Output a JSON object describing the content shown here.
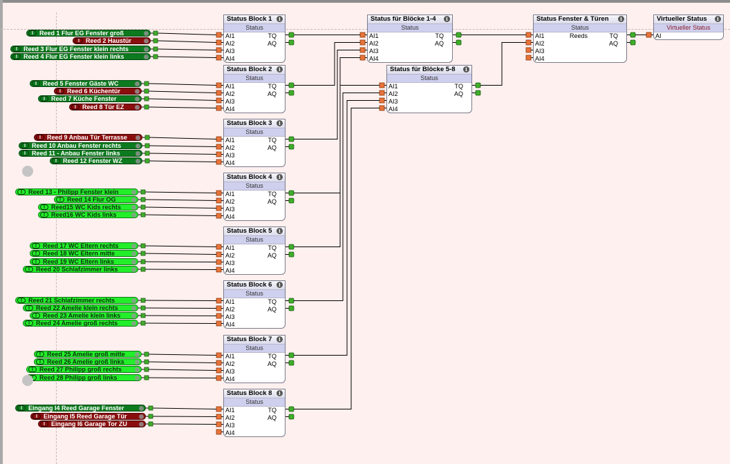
{
  "colors": {
    "input_on": "#0c7a1e",
    "input_alarm": "#8a0e0e",
    "input_active": "#22ee2a",
    "connector_in": "#e8743a",
    "connector_out": "#3fae2a",
    "canvas": "#fdf0ee"
  },
  "inputs": [
    {
      "label": "Reed 1 Flur EG Fenster groß",
      "state": "g",
      "pill": "I",
      "block": 0,
      "port": 0
    },
    {
      "label": "Reed 2 Haustür",
      "state": "r",
      "pill": "I",
      "block": 0,
      "port": 1
    },
    {
      "label": "Reed 3 Flur EG Fenster klein rechts",
      "state": "g",
      "pill": "I",
      "block": 0,
      "port": 2
    },
    {
      "label": "Reed 4 Flur EG Fenster klein links",
      "state": "g",
      "pill": "I",
      "block": 0,
      "port": 3
    },
    {
      "label": "Reed 5 Fenster Gäste WC",
      "state": "g",
      "pill": "I",
      "block": 1,
      "port": 0
    },
    {
      "label": "Reed 6 Küchentür",
      "state": "r",
      "pill": "I",
      "block": 1,
      "port": 1
    },
    {
      "label": "Reed 7 Küche Fenster",
      "state": "g",
      "pill": "I",
      "block": 1,
      "port": 2
    },
    {
      "label": "Reed 8 Tür EZ",
      "state": "r",
      "pill": "I",
      "block": 1,
      "port": 3
    },
    {
      "label": "Reed 9 Anbau Tür Terrasse",
      "state": "r",
      "pill": "I",
      "block": 2,
      "port": 0
    },
    {
      "label": "Reed 10 Anbau Fenster rechts",
      "state": "g",
      "pill": "I",
      "block": 2,
      "port": 1
    },
    {
      "label": "Reed 11 - Anbau Fenster links",
      "state": "g",
      "pill": "I",
      "block": 2,
      "port": 2
    },
    {
      "label": "Reed 12 Fenster WZ",
      "state": "g",
      "pill": "I",
      "block": 2,
      "port": 3
    },
    {
      "label": "Reed 13 - Philipp Fenster klein",
      "state": "lg",
      "pill": "I",
      "block": 3,
      "port": 0
    },
    {
      "label": "Reed 14 Flur OG",
      "state": "lg",
      "pill": "I",
      "block": 3,
      "port": 1
    },
    {
      "label": "Reed15 WC Kids rechts",
      "state": "lg",
      "pill": "I",
      "block": 3,
      "port": 2
    },
    {
      "label": "Reed16 WC Kids links",
      "state": "lg",
      "pill": "I",
      "block": 3,
      "port": 3
    },
    {
      "label": "Reed 17 WC Eltern rechts",
      "state": "lg",
      "pill": "I",
      "block": 4,
      "port": 0
    },
    {
      "label": "Reed 18 WC Eltern mitte",
      "state": "lg",
      "pill": "I",
      "block": 4,
      "port": 1
    },
    {
      "label": "Reed 19 WC Eltern links",
      "state": "lg",
      "pill": "I",
      "block": 4,
      "port": 2
    },
    {
      "label": "Reed 20 Schlafzimmer links",
      "state": "lg",
      "pill": "I",
      "block": 4,
      "port": 3
    },
    {
      "label": "Reed 21 Schlafzimmer rechts",
      "state": "lg",
      "pill": "I",
      "block": 5,
      "port": 0
    },
    {
      "label": "Reed 22 Amelie klein rechts",
      "state": "lg",
      "pill": "I",
      "block": 5,
      "port": 1
    },
    {
      "label": "Reed 23 Amelie klein links",
      "state": "lg",
      "pill": "I",
      "block": 5,
      "port": 2
    },
    {
      "label": "Reed 24 Amelie groß rechts",
      "state": "lg",
      "pill": "I",
      "block": 5,
      "port": 3
    },
    {
      "label": "Reed 25 Amelie groß mitte",
      "state": "lg",
      "pill": "I",
      "block": 6,
      "port": 0
    },
    {
      "label": "Reed 26 Amelie groß links",
      "state": "lg",
      "pill": "I",
      "block": 6,
      "port": 1
    },
    {
      "label": "Reed 27 Philipp groß rechts",
      "state": "lg",
      "pill": "I",
      "block": 6,
      "port": 2
    },
    {
      "label": "Reed 28 Philipp groß links",
      "state": "lg",
      "pill": "I",
      "block": 6,
      "port": 3
    },
    {
      "label": "Eingang I4 Reed Garage Fenster",
      "state": "g",
      "pill": "I",
      "block": 7,
      "port": 0
    },
    {
      "label": "Eingang I5 Reed  Garage Tür",
      "state": "r",
      "pill": "I",
      "block": 7,
      "port": 1
    },
    {
      "label": "Eingang I6 Garage Tor ZU",
      "state": "r",
      "pill": "I",
      "block": 7,
      "port": 2
    }
  ],
  "blocks": [
    {
      "title": "Status Block 1",
      "subtitle": "Status",
      "inputs": [
        "AI1",
        "AI2",
        "AI3",
        "AI4"
      ],
      "outputs": [
        "TQ",
        "AQ"
      ]
    },
    {
      "title": "Status Block 2",
      "subtitle": "Status",
      "inputs": [
        "AI1",
        "AI2",
        "AI3",
        "AI4"
      ],
      "outputs": [
        "TQ",
        "AQ"
      ]
    },
    {
      "title": "Status Block 3",
      "subtitle": "Status",
      "inputs": [
        "AI1",
        "AI2",
        "AI3",
        "AI4"
      ],
      "outputs": [
        "TQ",
        "AQ"
      ]
    },
    {
      "title": "Status Block 4",
      "subtitle": "Status",
      "inputs": [
        "AI1",
        "AI2",
        "AI3",
        "AI4"
      ],
      "outputs": [
        "TQ",
        "AQ"
      ]
    },
    {
      "title": "Status Block 5",
      "subtitle": "Status",
      "inputs": [
        "AI1",
        "AI2",
        "AI3",
        "AI4"
      ],
      "outputs": [
        "TQ",
        "AQ"
      ]
    },
    {
      "title": "Status Block 6",
      "subtitle": "Status",
      "inputs": [
        "AI1",
        "AI2",
        "AI3",
        "AI4"
      ],
      "outputs": [
        "TQ",
        "AQ"
      ]
    },
    {
      "title": "Status Block 7",
      "subtitle": "Status",
      "inputs": [
        "AI1",
        "AI2",
        "AI3",
        "AI4"
      ],
      "outputs": [
        "TQ",
        "AQ"
      ]
    },
    {
      "title": "Status Block 8",
      "subtitle": "Status",
      "inputs": [
        "AI1",
        "AI2",
        "AI3",
        "AI4"
      ],
      "outputs": [
        "TQ",
        "AQ"
      ]
    },
    {
      "title": "Status für Blöcke 1-4",
      "subtitle": "Status",
      "inputs": [
        "AI1",
        "AI2",
        "AI3",
        "AI4"
      ],
      "outputs": [
        "TQ",
        "AQ"
      ]
    },
    {
      "title": "Status für Blöcke 5-8",
      "subtitle": "Status",
      "inputs": [
        "AI1",
        "AI2",
        "AI3",
        "AI4"
      ],
      "outputs": [
        "TQ",
        "AQ"
      ]
    },
    {
      "title": "Status Fenster & Türen",
      "subtitle": "Status",
      "param": "Reeds",
      "inputs": [
        "AI1",
        "AI2",
        "AI3",
        "AI4"
      ],
      "outputs": [
        "TQ",
        "AQ"
      ]
    },
    {
      "title": "Virtueller Status",
      "subtitle": "Virtueller Status",
      "inputs": [
        "AI"
      ],
      "outputs": []
    }
  ],
  "links": [
    {
      "from": 0,
      "to": 8,
      "port": 0
    },
    {
      "from": 1,
      "to": 8,
      "port": 1
    },
    {
      "from": 2,
      "to": 8,
      "port": 2
    },
    {
      "from": 3,
      "to": 8,
      "port": 3
    },
    {
      "from": 4,
      "to": 9,
      "port": 0
    },
    {
      "from": 5,
      "to": 9,
      "port": 1
    },
    {
      "from": 6,
      "to": 9,
      "port": 2
    },
    {
      "from": 7,
      "to": 9,
      "port": 3
    },
    {
      "from": 8,
      "to": 10,
      "port": 0
    },
    {
      "from": 9,
      "to": 10,
      "port": 1
    },
    {
      "from": 10,
      "to": 11,
      "port": 0
    }
  ]
}
